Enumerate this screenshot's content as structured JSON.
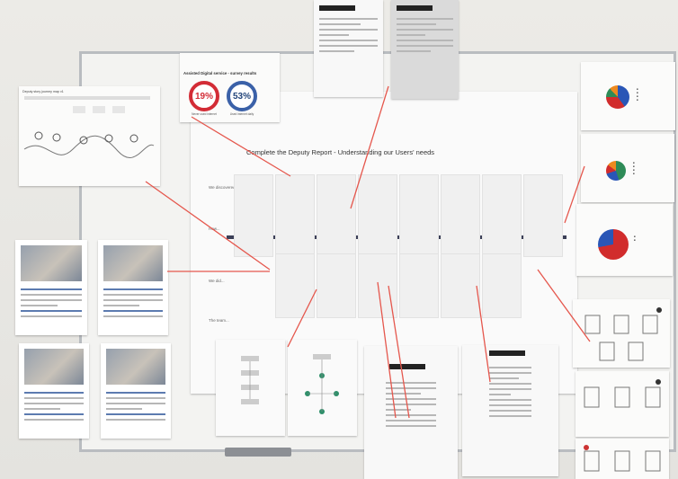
{
  "main_report": {
    "title": "Complete the Deputy Report - Understanding our Users' needs",
    "row_discovered": "We discovered...",
    "row_how": "How...",
    "row_did": "We did...",
    "row_team": "The team..."
  },
  "survey": {
    "title": "Assisted Digital service - survey results",
    "stat1_value": "19%",
    "stat1_caption": "Never used internet",
    "stat2_value": "53%",
    "stat2_caption": "Used internet daily"
  },
  "journey": {
    "title": "Deputy story journey map v1"
  },
  "colors": {
    "arrow": "#e5574d",
    "timeline": "#3b3f57",
    "accent_red": "#d32c36",
    "accent_blue": "#3b61a8"
  }
}
